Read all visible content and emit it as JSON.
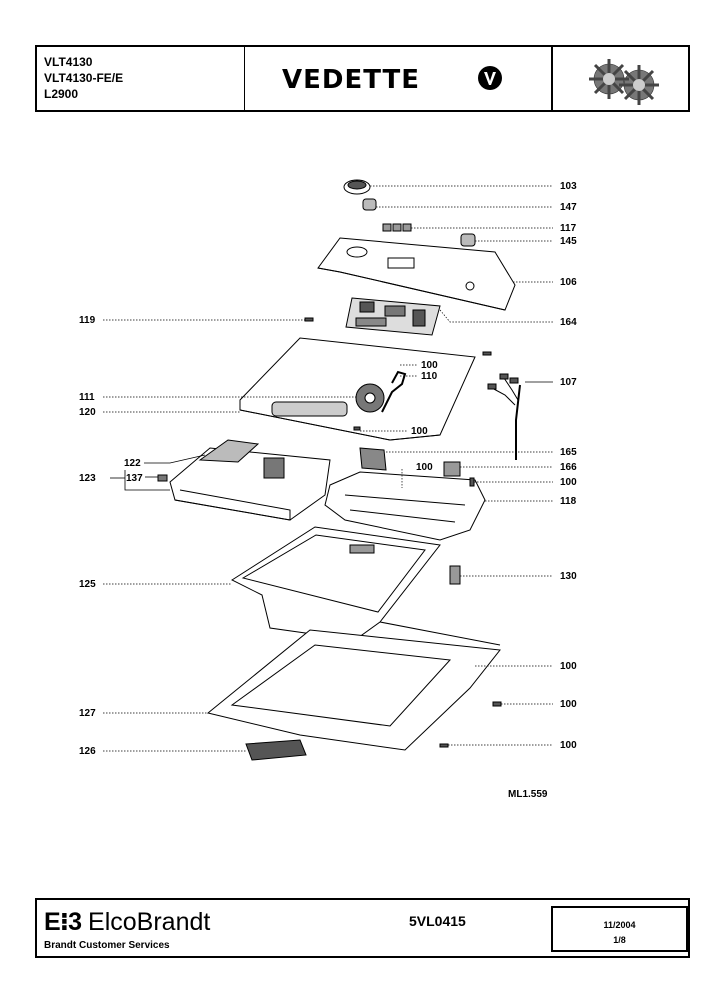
{
  "header": {
    "models": [
      "VLT4130",
      "VLT4130-FE/E",
      "L2900"
    ],
    "brand": "VEDETTE"
  },
  "diagram": {
    "parts": [
      {
        "id": "103",
        "label": "103"
      },
      {
        "id": "147",
        "label": "147"
      },
      {
        "id": "117",
        "label": "117"
      },
      {
        "id": "145",
        "label": "145"
      },
      {
        "id": "106",
        "label": "106"
      },
      {
        "id": "119",
        "label": "119"
      },
      {
        "id": "164",
        "label": "164"
      },
      {
        "id": "100a",
        "label": "100"
      },
      {
        "id": "110",
        "label": "110"
      },
      {
        "id": "107",
        "label": "107"
      },
      {
        "id": "111",
        "label": "111"
      },
      {
        "id": "120",
        "label": "120"
      },
      {
        "id": "100b",
        "label": "100"
      },
      {
        "id": "165",
        "label": "165"
      },
      {
        "id": "122",
        "label": "122"
      },
      {
        "id": "100c",
        "label": "100"
      },
      {
        "id": "166",
        "label": "166"
      },
      {
        "id": "123",
        "label": "123"
      },
      {
        "id": "137",
        "label": "137"
      },
      {
        "id": "100d",
        "label": "100"
      },
      {
        "id": "118",
        "label": "118"
      },
      {
        "id": "130",
        "label": "130"
      },
      {
        "id": "125",
        "label": "125"
      },
      {
        "id": "100e",
        "label": "100"
      },
      {
        "id": "127",
        "label": "127"
      },
      {
        "id": "100f",
        "label": "100"
      },
      {
        "id": "126",
        "label": "126"
      },
      {
        "id": "100g",
        "label": "100"
      }
    ],
    "reference": "ML1.559"
  },
  "footer": {
    "company": "ElcoBrandt",
    "company_mark": "E⁝3",
    "service": "Brandt Customer Services",
    "doc_ref": "5VL0415",
    "date": "11/2004",
    "page": "1/8"
  }
}
